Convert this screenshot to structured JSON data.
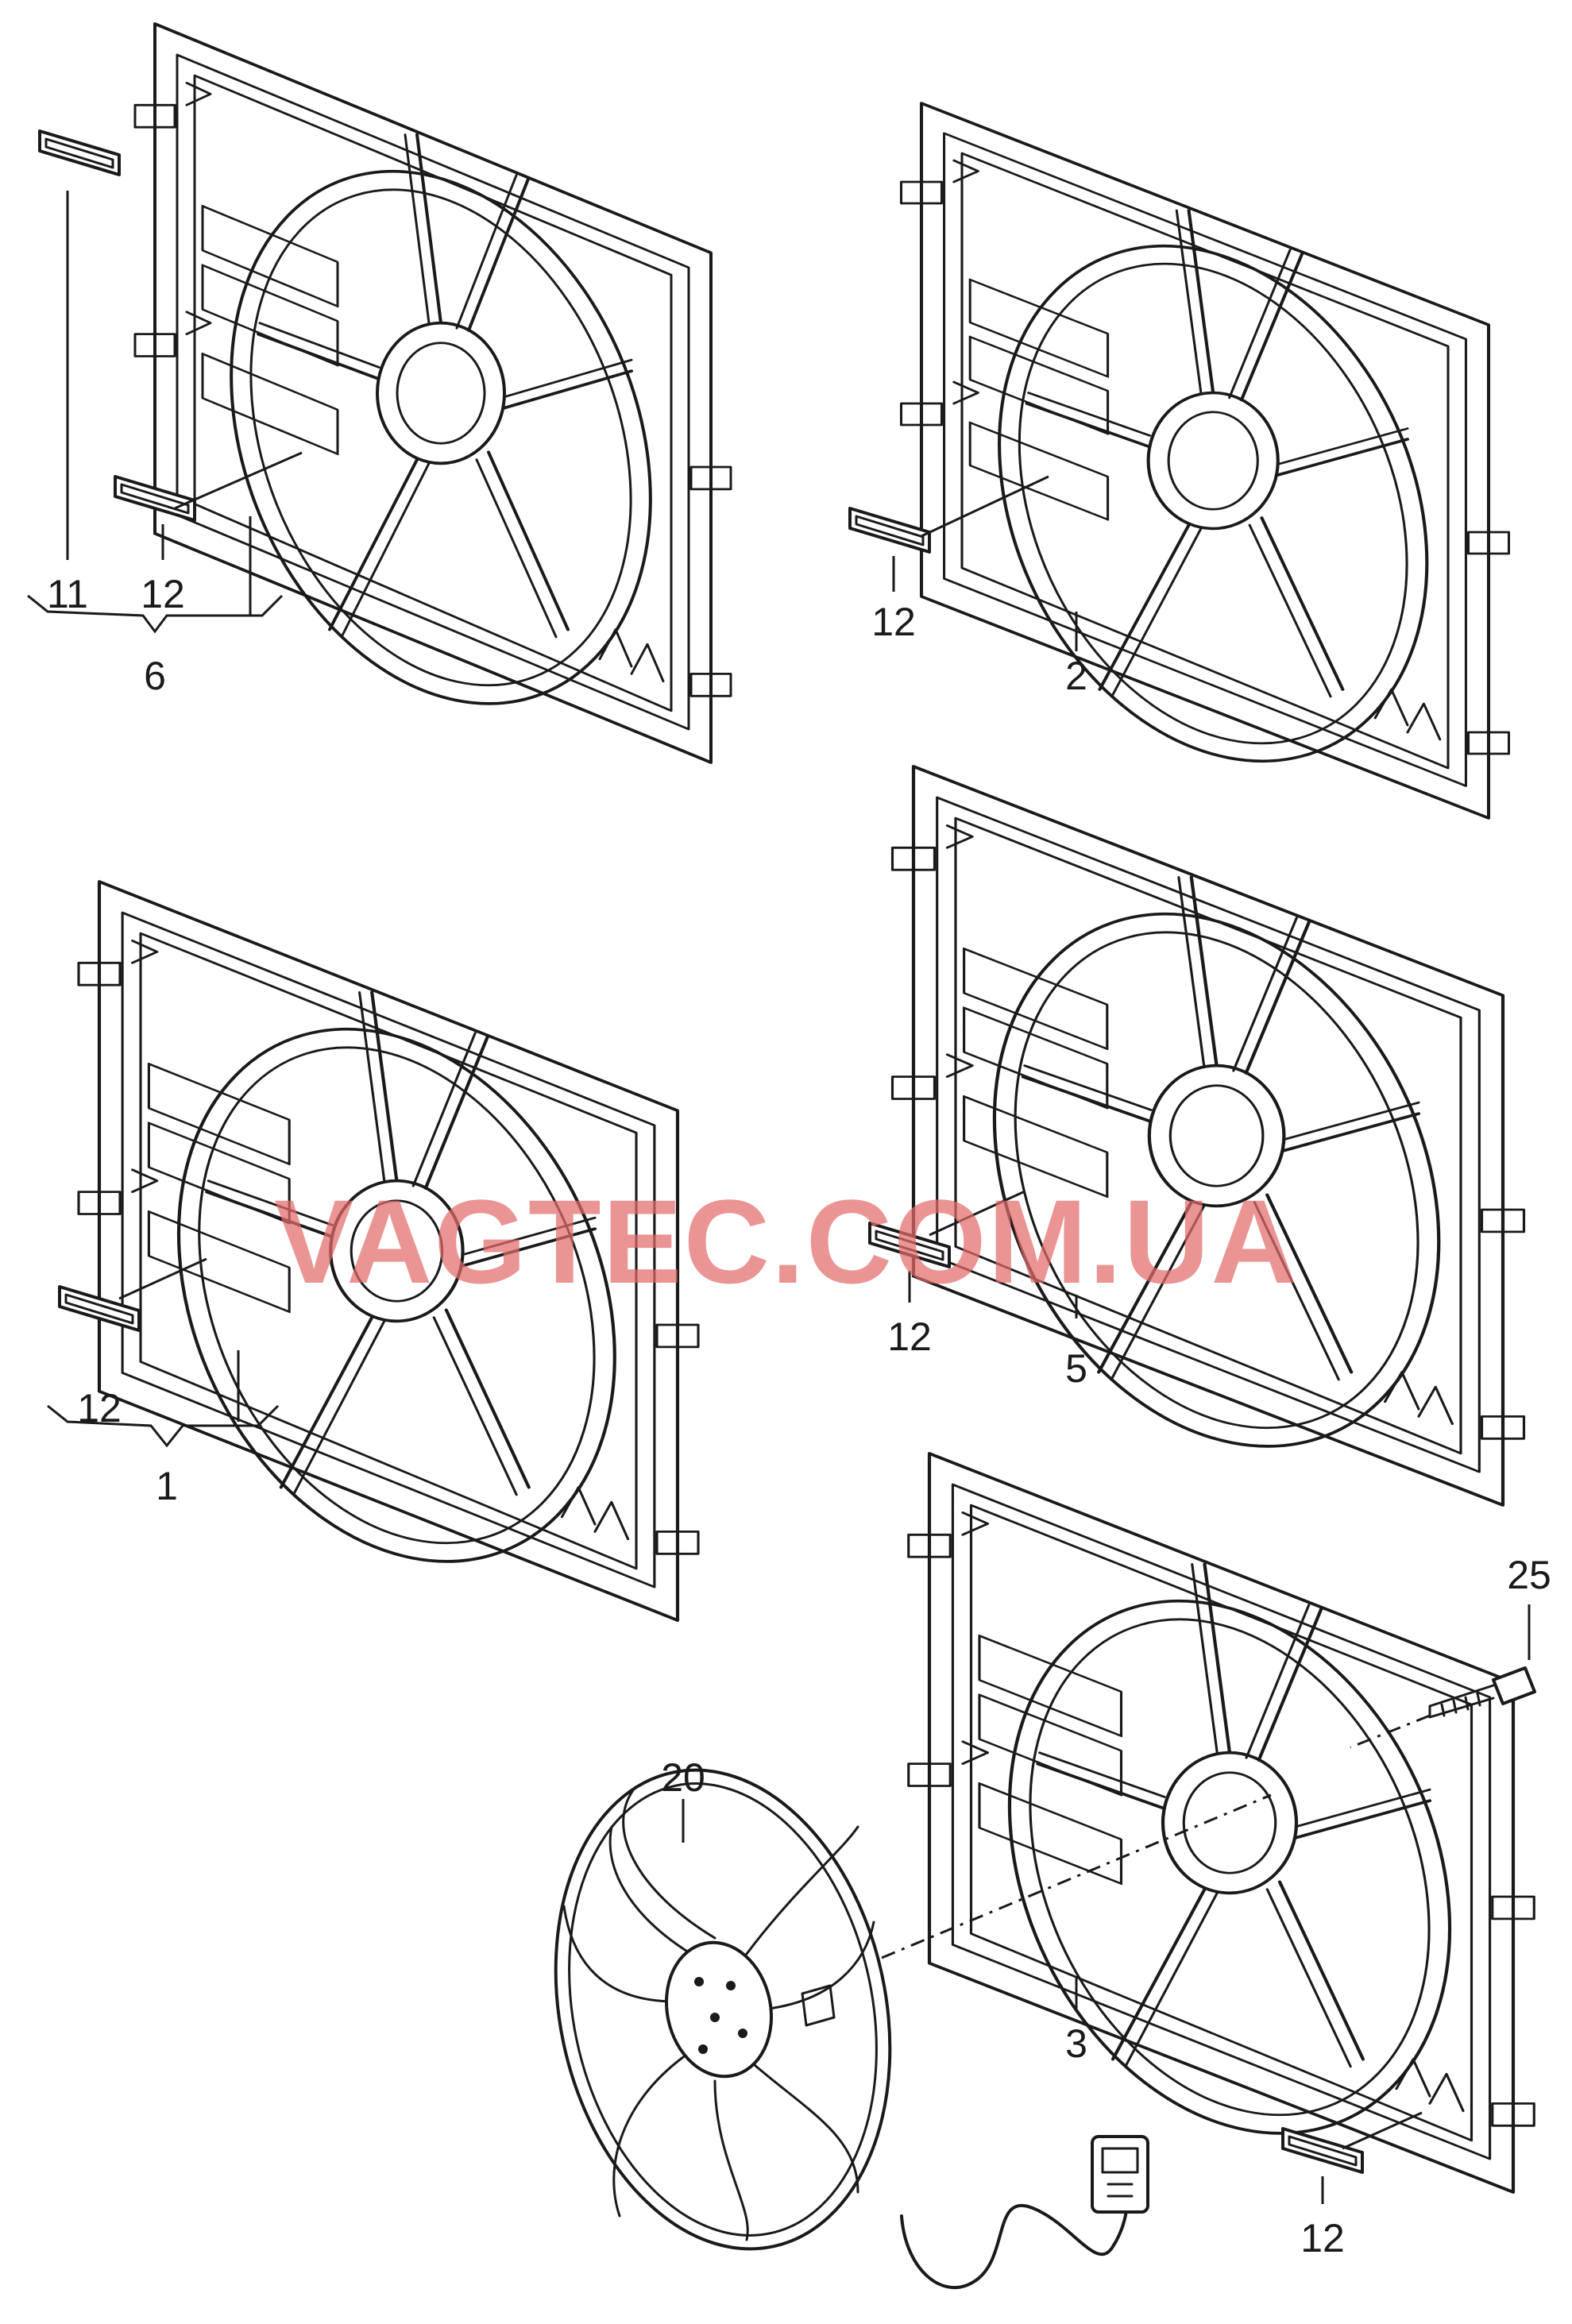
{
  "watermark": "VAGTEC.COM.UA",
  "labels": {
    "l6": "6",
    "l11": "11",
    "l12a": "12",
    "l2": "2",
    "l12b": "12",
    "l1": "1",
    "l12c": "12",
    "l5": "5",
    "l12d": "12",
    "l25": "25",
    "l20": "20",
    "l3": "3",
    "l12e": "12"
  },
  "icons": {
    "shroud": "fan-shroud-icon",
    "clip": "retaining-clip-icon",
    "fan": "fan-wheel-icon",
    "screw": "screw-icon",
    "connector": "connector-icon"
  },
  "colors": {
    "line": "#1a1a1a",
    "watermark": "#e26b6b",
    "background": "#ffffff"
  }
}
